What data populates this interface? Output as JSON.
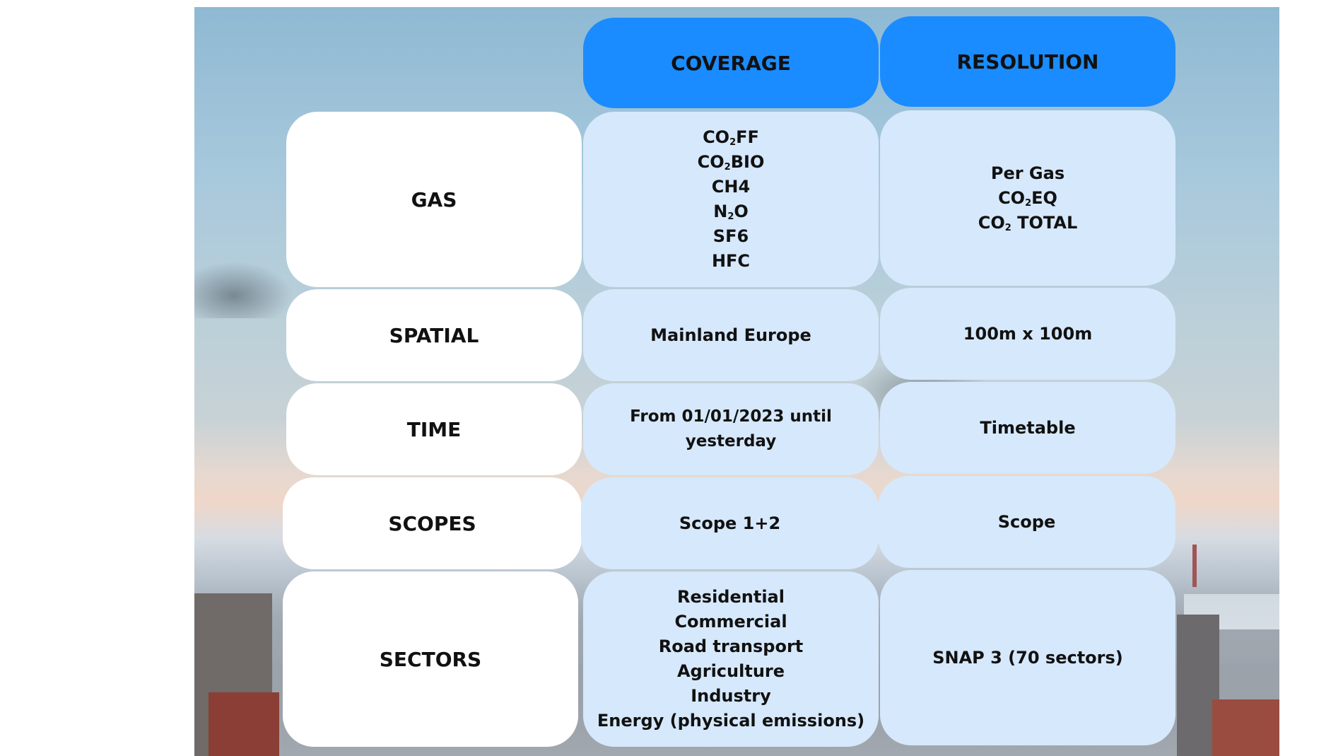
{
  "headers": {
    "coverage": "COVERAGE",
    "resolution": "RESOLUTION"
  },
  "rows": [
    {
      "label": "GAS",
      "coverage": [
        {
          "pre": "CO",
          "sub": "2",
          "post": "FF"
        },
        {
          "pre": "CO",
          "sub": "2",
          "post": "BIO"
        },
        {
          "pre": "CH4",
          "sub": "",
          "post": ""
        },
        {
          "pre": "N",
          "sub": "2",
          "post": "O"
        },
        {
          "pre": "SF6",
          "sub": "",
          "post": ""
        },
        {
          "pre": "HFC",
          "sub": "",
          "post": ""
        }
      ],
      "resolution": [
        {
          "pre": "Per Gas",
          "sub": "",
          "post": ""
        },
        {
          "pre": "CO",
          "sub": "2",
          "post": "EQ"
        },
        {
          "pre": "CO",
          "sub": "2",
          "post": " TOTAL"
        }
      ]
    },
    {
      "label": "SPATIAL",
      "coverage": [
        {
          "pre": "Mainland Europe",
          "sub": "",
          "post": ""
        }
      ],
      "resolution": [
        {
          "pre": "100m x 100m",
          "sub": "",
          "post": ""
        }
      ]
    },
    {
      "label": "TIME",
      "coverage": [
        {
          "pre": "From 01/01/2023 until yesterday",
          "sub": "",
          "post": ""
        }
      ],
      "resolution": [
        {
          "pre": "Timetable",
          "sub": "",
          "post": ""
        }
      ]
    },
    {
      "label": "SCOPES",
      "coverage": [
        {
          "pre": "Scope 1+2",
          "sub": "",
          "post": ""
        }
      ],
      "resolution": [
        {
          "pre": "Scope",
          "sub": "",
          "post": ""
        }
      ]
    },
    {
      "label": "SECTORS",
      "coverage": [
        {
          "pre": "Residential",
          "sub": "",
          "post": ""
        },
        {
          "pre": "Commercial",
          "sub": "",
          "post": ""
        },
        {
          "pre": "Road transport",
          "sub": "",
          "post": ""
        },
        {
          "pre": "Agriculture",
          "sub": "",
          "post": ""
        },
        {
          "pre": "Industry",
          "sub": "",
          "post": ""
        },
        {
          "pre": "Energy (physical emissions)",
          "sub": "",
          "post": ""
        }
      ],
      "resolution": [
        {
          "pre": "SNAP 3 (70 sectors)",
          "sub": "",
          "post": ""
        }
      ]
    }
  ],
  "colors": {
    "header_fill": "#1a8cff",
    "label_fill": "#ffffff",
    "value_fill": "#d6e8fb"
  }
}
